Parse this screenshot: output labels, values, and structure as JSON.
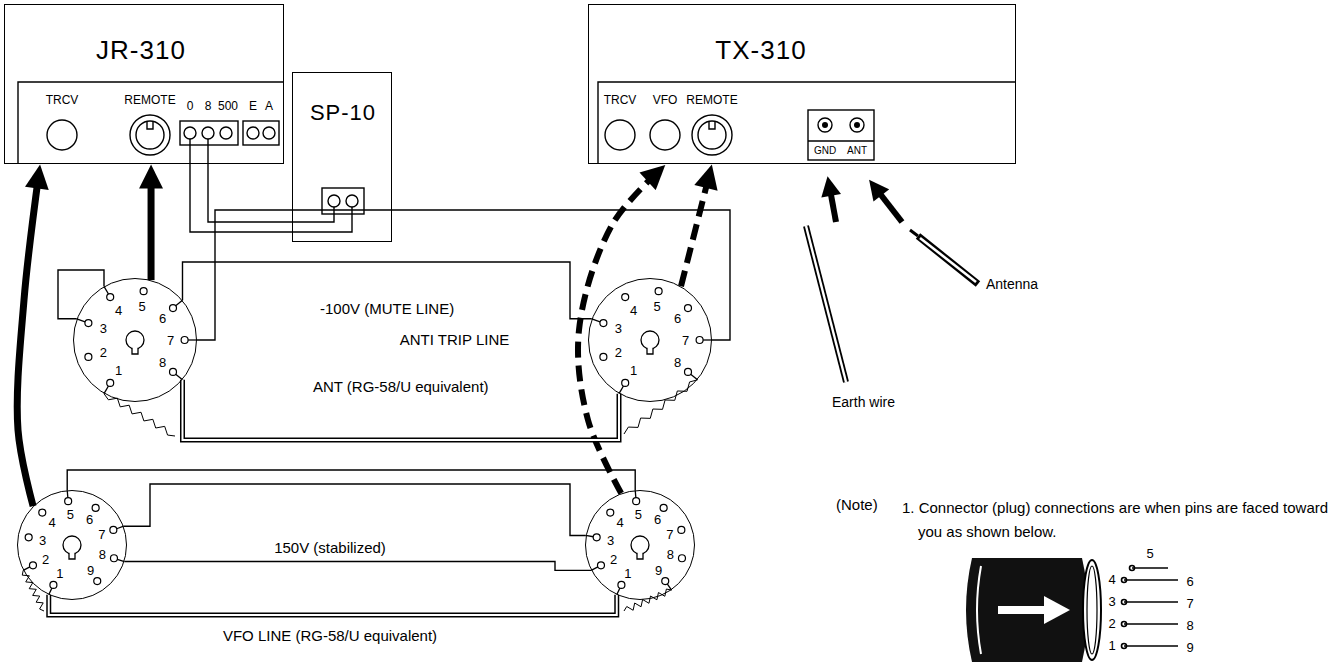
{
  "diagram": {
    "nodes": [
      {
        "text": [
          "JR-310"
        ]
      },
      {
        "text": [
          "SP-10"
        ]
      },
      {
        "text": [
          "TX-310"
        ]
      },
      {
        "text": [
          "1",
          "2",
          "3",
          "4",
          "5",
          "6",
          "7",
          "8"
        ]
      },
      {
        "text": [
          "1",
          "2",
          "3",
          "4",
          "5",
          "6",
          "7",
          "8"
        ]
      },
      {
        "text": [
          "1",
          "2",
          "3",
          "4",
          "5",
          "6",
          "7",
          "8",
          "9"
        ]
      },
      {
        "text": [
          "1",
          "2",
          "3",
          "4",
          "5",
          "6",
          "7",
          "8",
          "9"
        ]
      }
    ],
    "edges": [
      {
        "from": 0,
        "to": 1,
        "arrow": "none"
      },
      {
        "from": 0,
        "to": 1,
        "arrow": "none"
      },
      {
        "from": 3,
        "to": 0,
        "arrow": "to"
      },
      {
        "from": 5,
        "to": 0,
        "arrow": "to"
      },
      {
        "from": 4,
        "to": 2,
        "arrow": "to"
      },
      {
        "from": 6,
        "to": 2,
        "arrow": "to"
      },
      {
        "from": 3,
        "to": 4,
        "arrow": "none",
        "label": "ANTI TRIP LINE"
      },
      {
        "from": 3,
        "to": 4,
        "arrow": "none",
        "label": "-100V (MUTE LINE)"
      },
      {
        "from": 3,
        "to": 4,
        "arrow": "none",
        "label": "ANT (RG-58/U equivalent)"
      },
      {
        "from": 5,
        "to": 6,
        "arrow": "none"
      },
      {
        "from": 5,
        "to": 6,
        "arrow": "none"
      },
      {
        "from": 5,
        "to": 6,
        "arrow": "none",
        "label": "150V (stabilized)"
      },
      {
        "from": 5,
        "to": 6,
        "arrow": "none",
        "label": "VFO LINE (RG-58/U equivalent)"
      }
    ],
    "labels": [
      "TRCV",
      "REMOTE",
      "0",
      "8",
      "500",
      "E",
      "A",
      "TRCV",
      "VFO",
      "REMOTE",
      "GND",
      "ANT",
      "Antenna",
      "Earth wire",
      "(Note)",
      "1. Connector (plug) connections are when pins are faced toward you as shown below.",
      "5",
      "4",
      "6",
      "3",
      "7",
      "2",
      "8",
      "1",
      "9"
    ]
  }
}
